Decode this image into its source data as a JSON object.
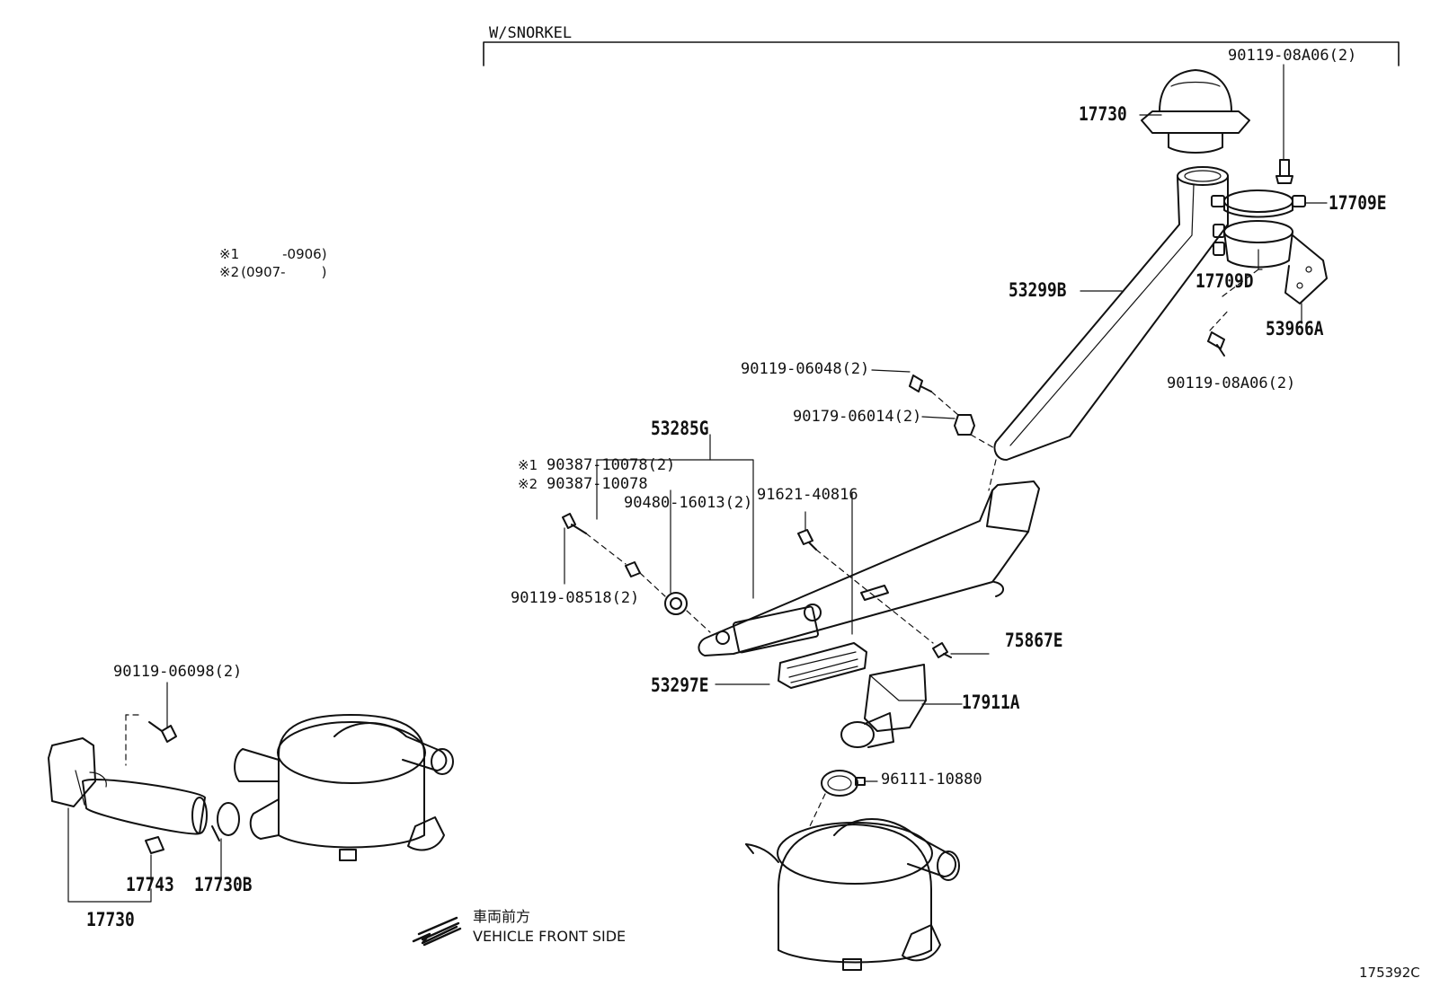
{
  "frame": {
    "title": "W/SNORKEL"
  },
  "notes": {
    "note1": {
      "symbol": "※1",
      "range": "-0906)"
    },
    "note2": {
      "symbol": "※2",
      "range_open": "(0907-",
      "range_close": ")"
    }
  },
  "labels": {
    "p17730_top": "17730",
    "p9011908a06_top": "90119-08A06(2)",
    "p17709e": "17709E",
    "p53299b": "53299B",
    "p17709d": "17709D",
    "p53966a": "53966A",
    "p9011908a06_bot": "90119-08A06(2)",
    "p9011906048": "90119-06048(2)",
    "p9017906014": "90179-06014(2)",
    "p53285g": "53285G",
    "p90387_1": "90387-10078(2)",
    "p90387_2": "90387-10078",
    "p90480": "90480-16013(2)",
    "p91621": "91621-40816",
    "p9011908518": "90119-08518(2)",
    "p75867e": "75867E",
    "p53297e": "53297E",
    "p17911a": "17911A",
    "p96111": "96111-10880",
    "p9011906098": "90119-06098(2)",
    "p17743": "17743",
    "p17730b": "17730B",
    "p17730_bot": "17730"
  },
  "marks": {
    "m1": "※1",
    "m2": "※2"
  },
  "front": {
    "jp": "車両前方",
    "en": "VEHICLE FRONT SIDE"
  },
  "doc_number": "175392C",
  "colors": {
    "line": "#111111",
    "background": "#ffffff"
  }
}
